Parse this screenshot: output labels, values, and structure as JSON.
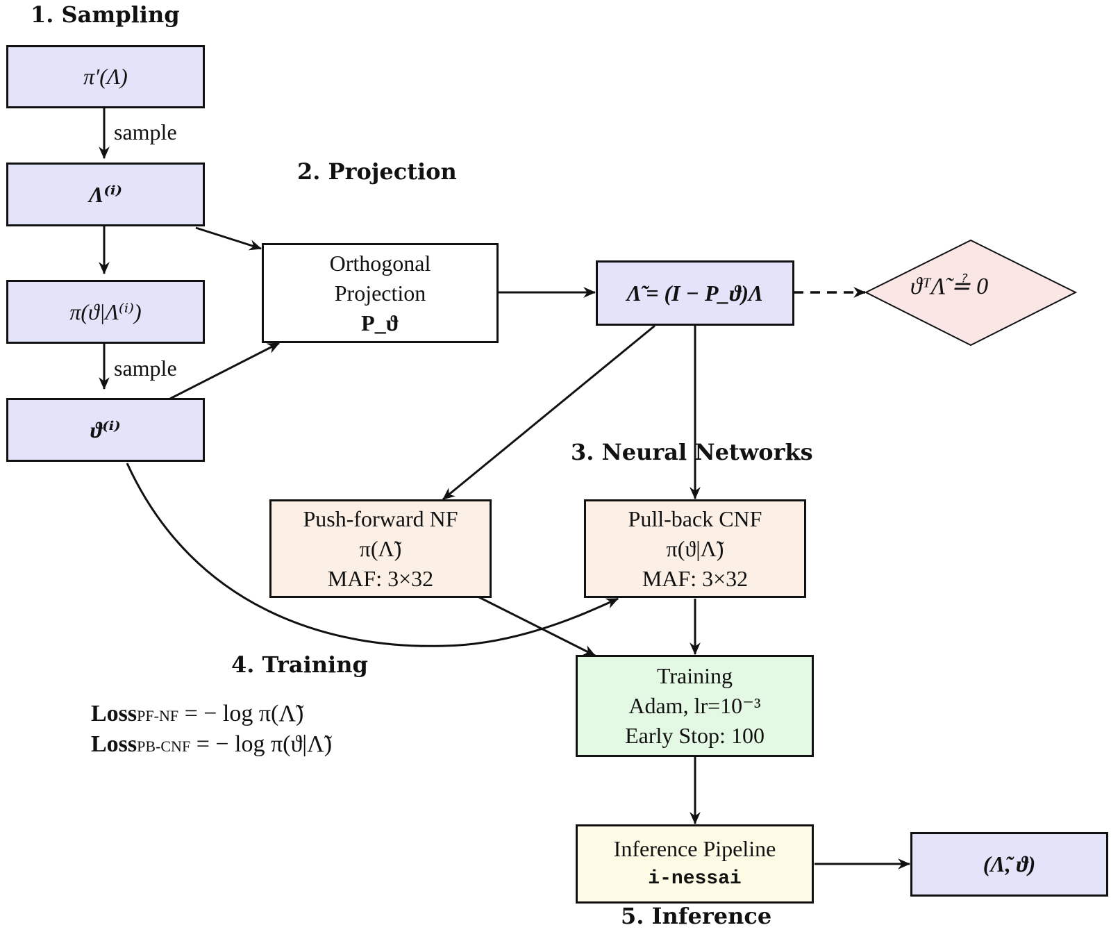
{
  "stages": {
    "sampling": "1. Sampling",
    "projection": "2. Projection",
    "neural_networks": "3. Neural Networks",
    "training": "4. Training",
    "inference": "5. Inference"
  },
  "nodes": {
    "prior_lambda": "π′(Λ)",
    "lambda_i": "Λ⁽ⁱ⁾",
    "conditional_prior": "π(ϑ|Λ⁽ⁱ⁾)",
    "theta_i": "ϑ⁽ⁱ⁾",
    "orth_projection": {
      "line1": "Orthogonal",
      "line2": "Projection",
      "line3": "P_ϑ"
    },
    "projected_lambda": "Λ̃ = (I − P_ϑ)Λ",
    "orthogonality_check": "ϑᵀΛ̃ ≟ 0",
    "push_forward": {
      "line1": "Push-forward NF",
      "line2": "π(Λ̃)",
      "line3": "MAF: 3×32"
    },
    "pull_back": {
      "line1": "Pull-back CNF",
      "line2": "π(ϑ|Λ̃)",
      "line3": "MAF: 3×32"
    },
    "training": {
      "line1": "Training",
      "line2": "Adam, lr=10⁻³",
      "line3": "Early Stop: 100"
    },
    "inference_pipeline": {
      "line1": "Inference Pipeline",
      "line2": "i-nessai"
    },
    "output": "(Λ̃, ϑ)"
  },
  "edge_labels": {
    "sample_1": "sample",
    "sample_2": "sample"
  },
  "losses": {
    "pf_nf": {
      "name": "Loss",
      "subscript": "PF-NF",
      "expr": " = − log π(Λ̃)"
    },
    "pb_cnf": {
      "name": "Loss",
      "subscript": "PB-CNF",
      "expr": " = − log π(ϑ|Λ̃)"
    }
  },
  "colors": {
    "blue_node": "#e3e4fa",
    "peach_node": "#fcf0e6",
    "green_node": "#e4f9e4",
    "cream_node": "#fdfbe6",
    "diamond": "#fbe6e6",
    "stroke": "#111111"
  }
}
